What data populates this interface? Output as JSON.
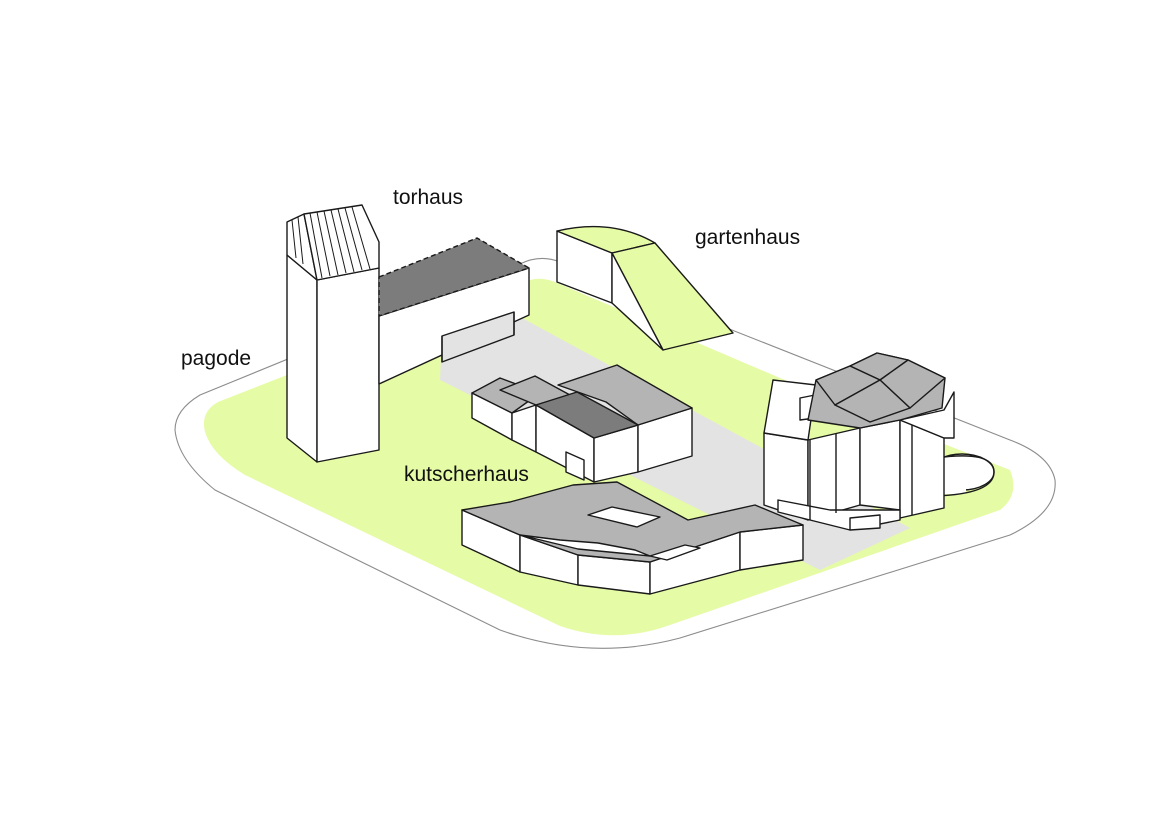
{
  "labels": {
    "torhaus": "torhaus",
    "gartenhaus": "gartenhaus",
    "pagode": "pagode",
    "kutscherhaus": "kutscherhaus"
  },
  "colors": {
    "lawn": "#e6fba6",
    "path": "#e3e3e3",
    "roof_light": "#b4b4b4",
    "roof_dark": "#7c7c7c",
    "wall": "#ffffff",
    "outline": "#1a1a1a"
  }
}
